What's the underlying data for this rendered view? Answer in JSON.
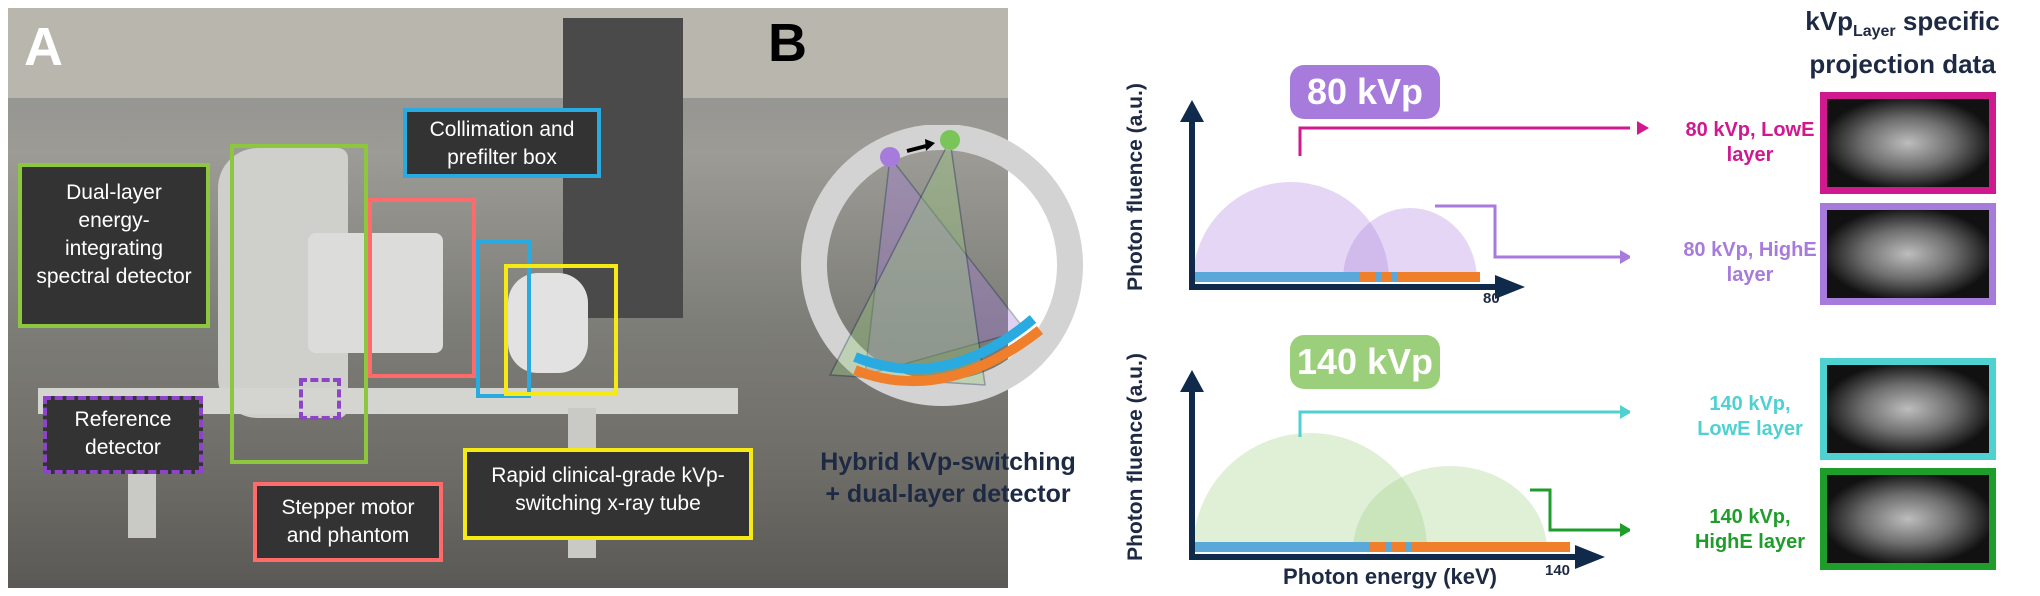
{
  "panel_a": {
    "letter": "A",
    "labels": {
      "dual_layer": "Dual-layer energy-integrating spectral detector",
      "collimation": "Collimation and prefilter box",
      "reference": "Reference detector",
      "stepper": "Stepper motor and phantom",
      "tube": "Rapid clinical-grade kVp-switching x-ray tube"
    },
    "colors": {
      "green": "#8dc63f",
      "blue": "#29abe2",
      "purple": "#8e44c9",
      "red": "#ff6b6b",
      "yellow": "#f5ea14"
    }
  },
  "panel_b": {
    "letter": "B",
    "hybrid_label": "Hybrid kVp-switching + dual-layer detector",
    "header_main": "kVp",
    "header_sub": "Layer",
    "header_rest": " specific projection data",
    "ylabel": "Photon fluence (a.u.)",
    "xlabel": "Photon energy (keV)",
    "top": {
      "pill": "80 kVp",
      "tick": "80",
      "low": "80 kVp, LowE layer",
      "high": "80 kVp, HighE layer"
    },
    "bottom": {
      "pill": "140 kVp",
      "tick": "140",
      "low": "140 kVp, LowE layer",
      "high": "140 kVp, HighE layer"
    },
    "colors": {
      "purple": "#a77bdc",
      "magenta": "#d0188f",
      "green": "#9bcf7c",
      "darkgreen": "#1f9d2a",
      "cyan": "#4fd1d1",
      "navy": "#0f2a4a",
      "blue": "#5aa7d9",
      "orange": "#f07f2c"
    }
  }
}
